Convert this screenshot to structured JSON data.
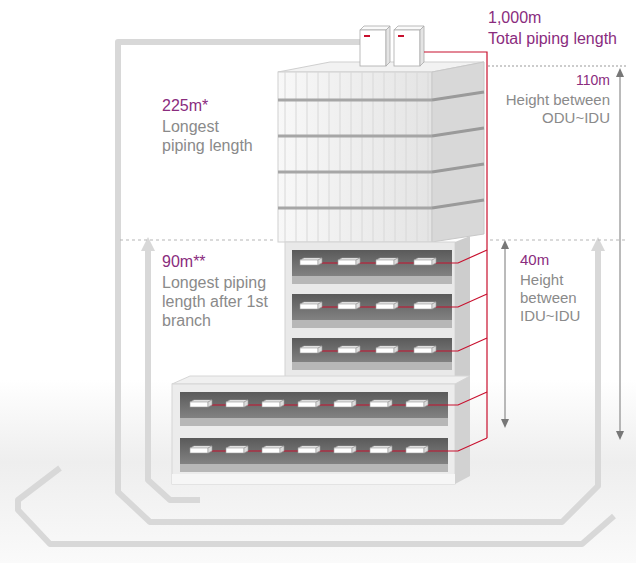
{
  "diagram": {
    "labels": [
      "1,000m",
      "Total piping length",
      "110m",
      "Height between ODU~IDU",
      "225m*",
      "Longest piping length",
      "90m**",
      "Longest piping length after 1st branch",
      "40m",
      "Height between IDU~IDU"
    ]
  }
}
